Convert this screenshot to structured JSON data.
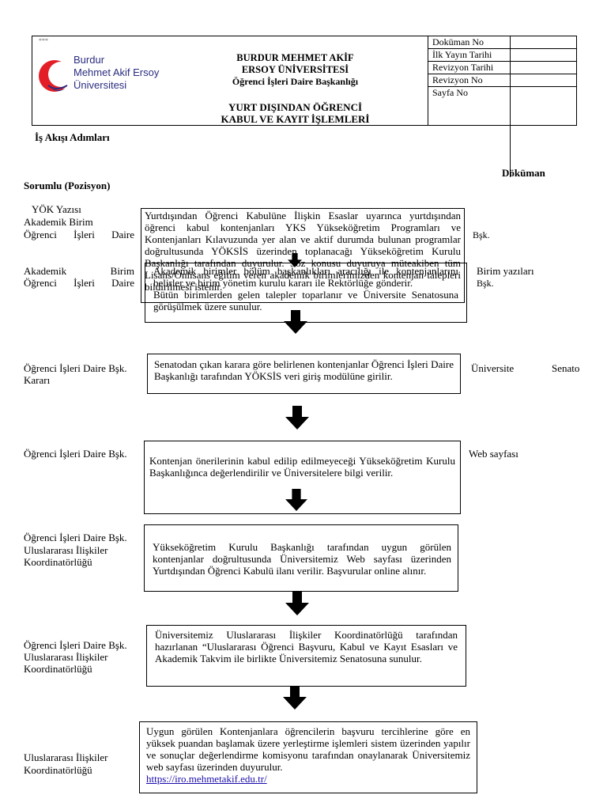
{
  "header": {
    "logo_text": [
      "Burdur",
      "Mehmet Akif Ersoy",
      "Üniversitesi"
    ],
    "logo_dots": "***",
    "institution_line1": "BURDUR MEHMET AKİF",
    "institution_line2": "ERSOY ÜNİVERSİTESİ",
    "institution_line3": "Öğrenci İşleri Daire Başkanlığı",
    "doc_title_line1": "YURT DIŞINDAN ÖĞRENCİ",
    "doc_title_line2": "KABUL VE KAYIT İŞLEMLERİ",
    "meta_labels": [
      "Doküman No",
      "İlk Yayın Tarihi",
      "Revizyon Tarihi",
      "Revizyon No",
      "Sayfa No"
    ]
  },
  "headings": {
    "workflow": "İş Akışı Adımları",
    "responsible": "Sorumlu (Pozisyon)",
    "document": "Döküman"
  },
  "rows": [
    {
      "responsible": [
        "YÖK Yazısı",
        "Akademik Birim",
        "Öğrenci İşleri Daire"
      ],
      "document": "Bşk.",
      "step": "Yurtdışından Öğrenci Kabulüne İlişkin Esaslar uyarınca yurtdışından öğrenci kabul kontenjanları YKS Yükseköğretim Programları ve Kontenjanları Kılavuzunda yer alan ve aktif durumda bulunan programlar doğrultusunda YÖKSİS üzerinden toplanacağı Yükseköğretim Kurulu Başkanlığı tarafından duyurulur. Söz konusu duyuruya müteakiben tüm Lisans/Önlisans eğitim veren akademik birimlerimizden kontenjan talepleri bildirilmesi istenir."
    },
    {
      "responsible": [
        "Akademik Birim",
        "Öğrenci İşleri Daire"
      ],
      "document": "Birim yazıları",
      "document2": "Bşk.",
      "step": "Akademik birimler bölüm başkanlıkları aracılığı ile kontenjanlarını belirler ve birim yönetim kurulu kararı ile Rektörlüğe gönderir.",
      "step_extra": "Bütün birimlerden gelen talepler toparlanır ve Üniversite Senatosuna görüşülmek üzere sunulur."
    },
    {
      "responsible": [
        "Öğrenci İşleri Daire Bşk.",
        "Kararı"
      ],
      "document": "Üniversite",
      "document2": "Senato",
      "step": "Senatodan çıkan karara göre belirlenen kontenjanlar Öğrenci İşleri Daire Başkanlığı tarafından YÖKSİS veri giriş modülüne girilir."
    },
    {
      "responsible": [
        "Öğrenci İşleri Daire Bşk."
      ],
      "document": "Web sayfası",
      "step": "Kontenjan önerilerinin kabul edilip edilmeyeceği Yükseköğretim Kurulu Başkanlığınca değerlendirilir ve Üniversitelere bilgi verilir."
    },
    {
      "responsible": [
        "Öğrenci İşleri Daire Bşk.",
        "Uluslararası İlişkiler",
        "Koordinatörlüğü"
      ],
      "step": "Yükseköğretim Kurulu Başkanlığı tarafından uygun görülen kontenjanlar doğrultusunda Üniversitemiz Web sayfası üzerinden Yurtdışından Öğrenci Kabulü ilanı verilir. Başvurular online alınır."
    },
    {
      "responsible": [
        "Öğrenci İşleri Daire Bşk.",
        "Uluslararası İlişkiler",
        "Koordinatörlüğü"
      ],
      "step": "Üniversitemiz Uluslararası İlişkiler Koordinatörlüğü tarafından hazırlanan “Uluslararası Öğrenci Başvuru, Kabul ve Kayıt Esasları ve Akademik Takvim ile birlikte Üniversitemiz Senatosuna sunulur."
    },
    {
      "responsible": [
        "Uluslararası İlişkiler",
        "Koordinatörlüğü"
      ],
      "step": "Uygun görülen Kontenjanlara öğrencilerin başvuru tercihlerine göre en yüksek puandan başlamak üzere yerleştirme işlemleri sistem üzerinden yapılır ve sonuçlar değerlendirme komisyonu tarafından onaylanarak Üniversitemiz web sayfası üzerinden duyurulur.",
      "link": "https://iro.mehmetakif.edu.tr/"
    }
  ]
}
